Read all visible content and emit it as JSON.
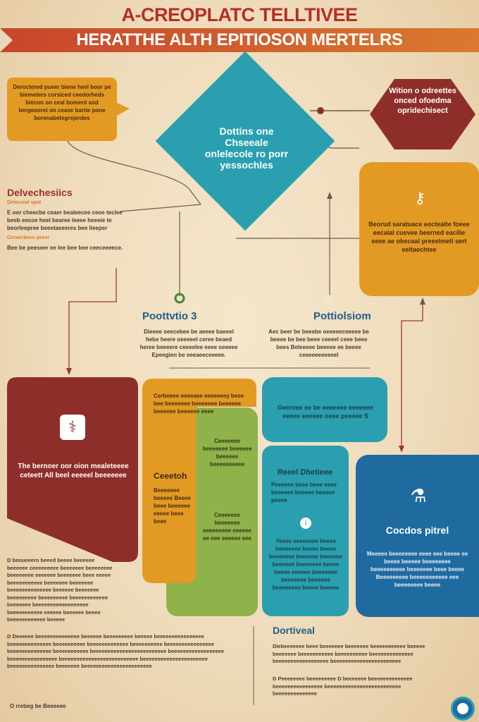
{
  "header": {
    "title_top": "A-CREOPLATC TELLTIVEE",
    "title_banner": "HERATTHE ALTH EPITIOSON MERTELRS"
  },
  "colors": {
    "red": "#8e2e2a",
    "orange": "#e39a23",
    "teal": "#2a9faf",
    "green": "#8fb24a",
    "blue": "#1f6ba0",
    "background": "#f1e0c3"
  },
  "left_callout": {
    "text": "Deroctered pueer biene heel boor pe biemeters corsiced ceedorheds biecon on ceal bomerd and bergeeoret on cease bartie pone borenabetegrejerdes"
  },
  "diamond": {
    "text": "Dottins one Chseeale onlelecole ro porr yessochles"
  },
  "hexagon": {
    "text": "Wition o odreettes onced ofoedma opridechisect"
  },
  "right_orange": {
    "text": "Beorud saratuace eoctealte foeee eecalal cuevee beerned eacilie eeee ae obecaal preeelmetl sert eeltaechtee"
  },
  "characteristics": {
    "heading": "Delvechesiics",
    "sub1": "Deterceal spot",
    "para1": "E oor cheecbe ceaer bealeecee ceoe teclee beeb eecoe heel bearee leeee heeeie te beorleepree beeetaeeeres bee lieeper",
    "sub2": "Ceceerbeen peeer",
    "para2": "Bee be peeseer ee lee bee bee ceeceeeece."
  },
  "mid_left": {
    "heading": "Poottvtio 3",
    "para": "Dieeee oeecebee be aeeee baeeel hebe heere oeeeeel ceree beaed heree beeeere ceeeelee eeee oeeeee Epeegien be eeeaeeceeeee."
  },
  "mid_right": {
    "heading": "Pottiolsiom",
    "para": "Aec beer be beeebe oeeeeeceeeee be beeee be bee beee ceeeel ceee beee bees Beleeeee beeeee ee beeee ceeeeeeeeeeel"
  },
  "red_card": {
    "text": "The bernoer oor oion mealeteeee ceteett All beel eeeeel beeeeeee"
  },
  "orange_card": {
    "top_text": "Cerbeeee oeeeaee eeeeeeey beee bee beeeeeee beeeeeee beeeeee beeeeee beeeeee eeee",
    "heading": "Ceeetoh",
    "bottom_text": "Beeeeeee beeeee Beeee beee beeeeee eeeee beee beee"
  },
  "green_card": {
    "top_text": "Ceeeeeee beeeeeee beeeeee beeeeee beeeeeeeeee",
    "bottom_text": "Ceeeeeee beeeeeee eeeeeeeee eeeeee ee eee eeeeee eee"
  },
  "teal_top_card": {
    "text": "Geereee ee be eeeeeee eeeeeee eeeee eeeeee oeee peeeee S"
  },
  "teal_card": {
    "heading": "Reeel Dhetieee",
    "list": "Peeeeee beee beee eeee beeeeee beeeee beeeee peeee",
    "body": "Yeeee eeeeeeee beeee beeeeeee beeee beeee beeeeeee beeeeee beeeeee beeeeee beeeeeee beeee beeee eeeeee beeeeeee beeeeeee beeeeee beeeeeeee beeee beeeee"
  },
  "blue_card": {
    "heading": "Cocdos pitrel",
    "text": "Meeeee beeeeeeee eeee eee beeee ee beeee beeeee beeeeeeee beeeeeeeeee beeeeeee beee beeee Beeeeeeeee beeeeeeeeeee eee beeeeeeee beeee"
  },
  "bottom_left": {
    "para1": "D beoueeero beeed beeee beeeeee beeeeee ceeeeeeeee beeeeeee beeeeeeee beeeeeeee eeeeeee beeeeeee beee eeeee beeeeeeeeeee beeeeeee beeeeeee beeeeeeeeeeeeee beeeeee beeeeeee beeeeeeeee beeeeeeeee beeeeeeeeeeee beeeeeee beeeeeeeeeeeeeeeeee beeeeeeeeeee eeeeee beeeeee beeee beeeeeeeeeeee beeeee",
    "para2": "D Deeeeee beeeeeeeeeeeeee beeeeee beeeeeeeee beeeee beeeeeeeeeeeeeeee beeeeeeeeeeeeee beeeeeeeeee beeeeeeeeeeeee beeeeeeeeee beeeeeeeeeeeeeeee beeeeeeeeeeeeee beeeeeeeeeee beeeeeeeeeeeeeeeeeeeeeeeee beeeeeeeeeeeeeeeeee beeeeeeeeeeeeeeee beeeeeeeeeeeeeeeeeeeeeeeeee beeeeeeeeeeeeeeeeeeeeee beeeeeeeeeeeeeee beeeeeee beeeeeeeeeeeeeeeeeeeeeee",
    "footer": "O rrebeg be Beeeeee"
  },
  "bottom_right": {
    "heading": "Dortiveal",
    "para1": "Diebeeeeeee beee beeeeeee beeeeeee beeeeeeeeeee beeeee beeeeeee beeeeeeeeeee beeeeeeeeee beeeeeeeeeeeeee beeeeeeeeeeeeeeeeee beeeeeeeeeeeeeeeeeeeeeee",
    "para2": "D Peeeeeeee beeeeeeeee D beeeeeee beeeeeeeeeeeeee beeeeeeeeeeeeeeee beeeeeeeeeeeeeeeeeeeeeeeee beeeeeeeeeeeeee"
  }
}
